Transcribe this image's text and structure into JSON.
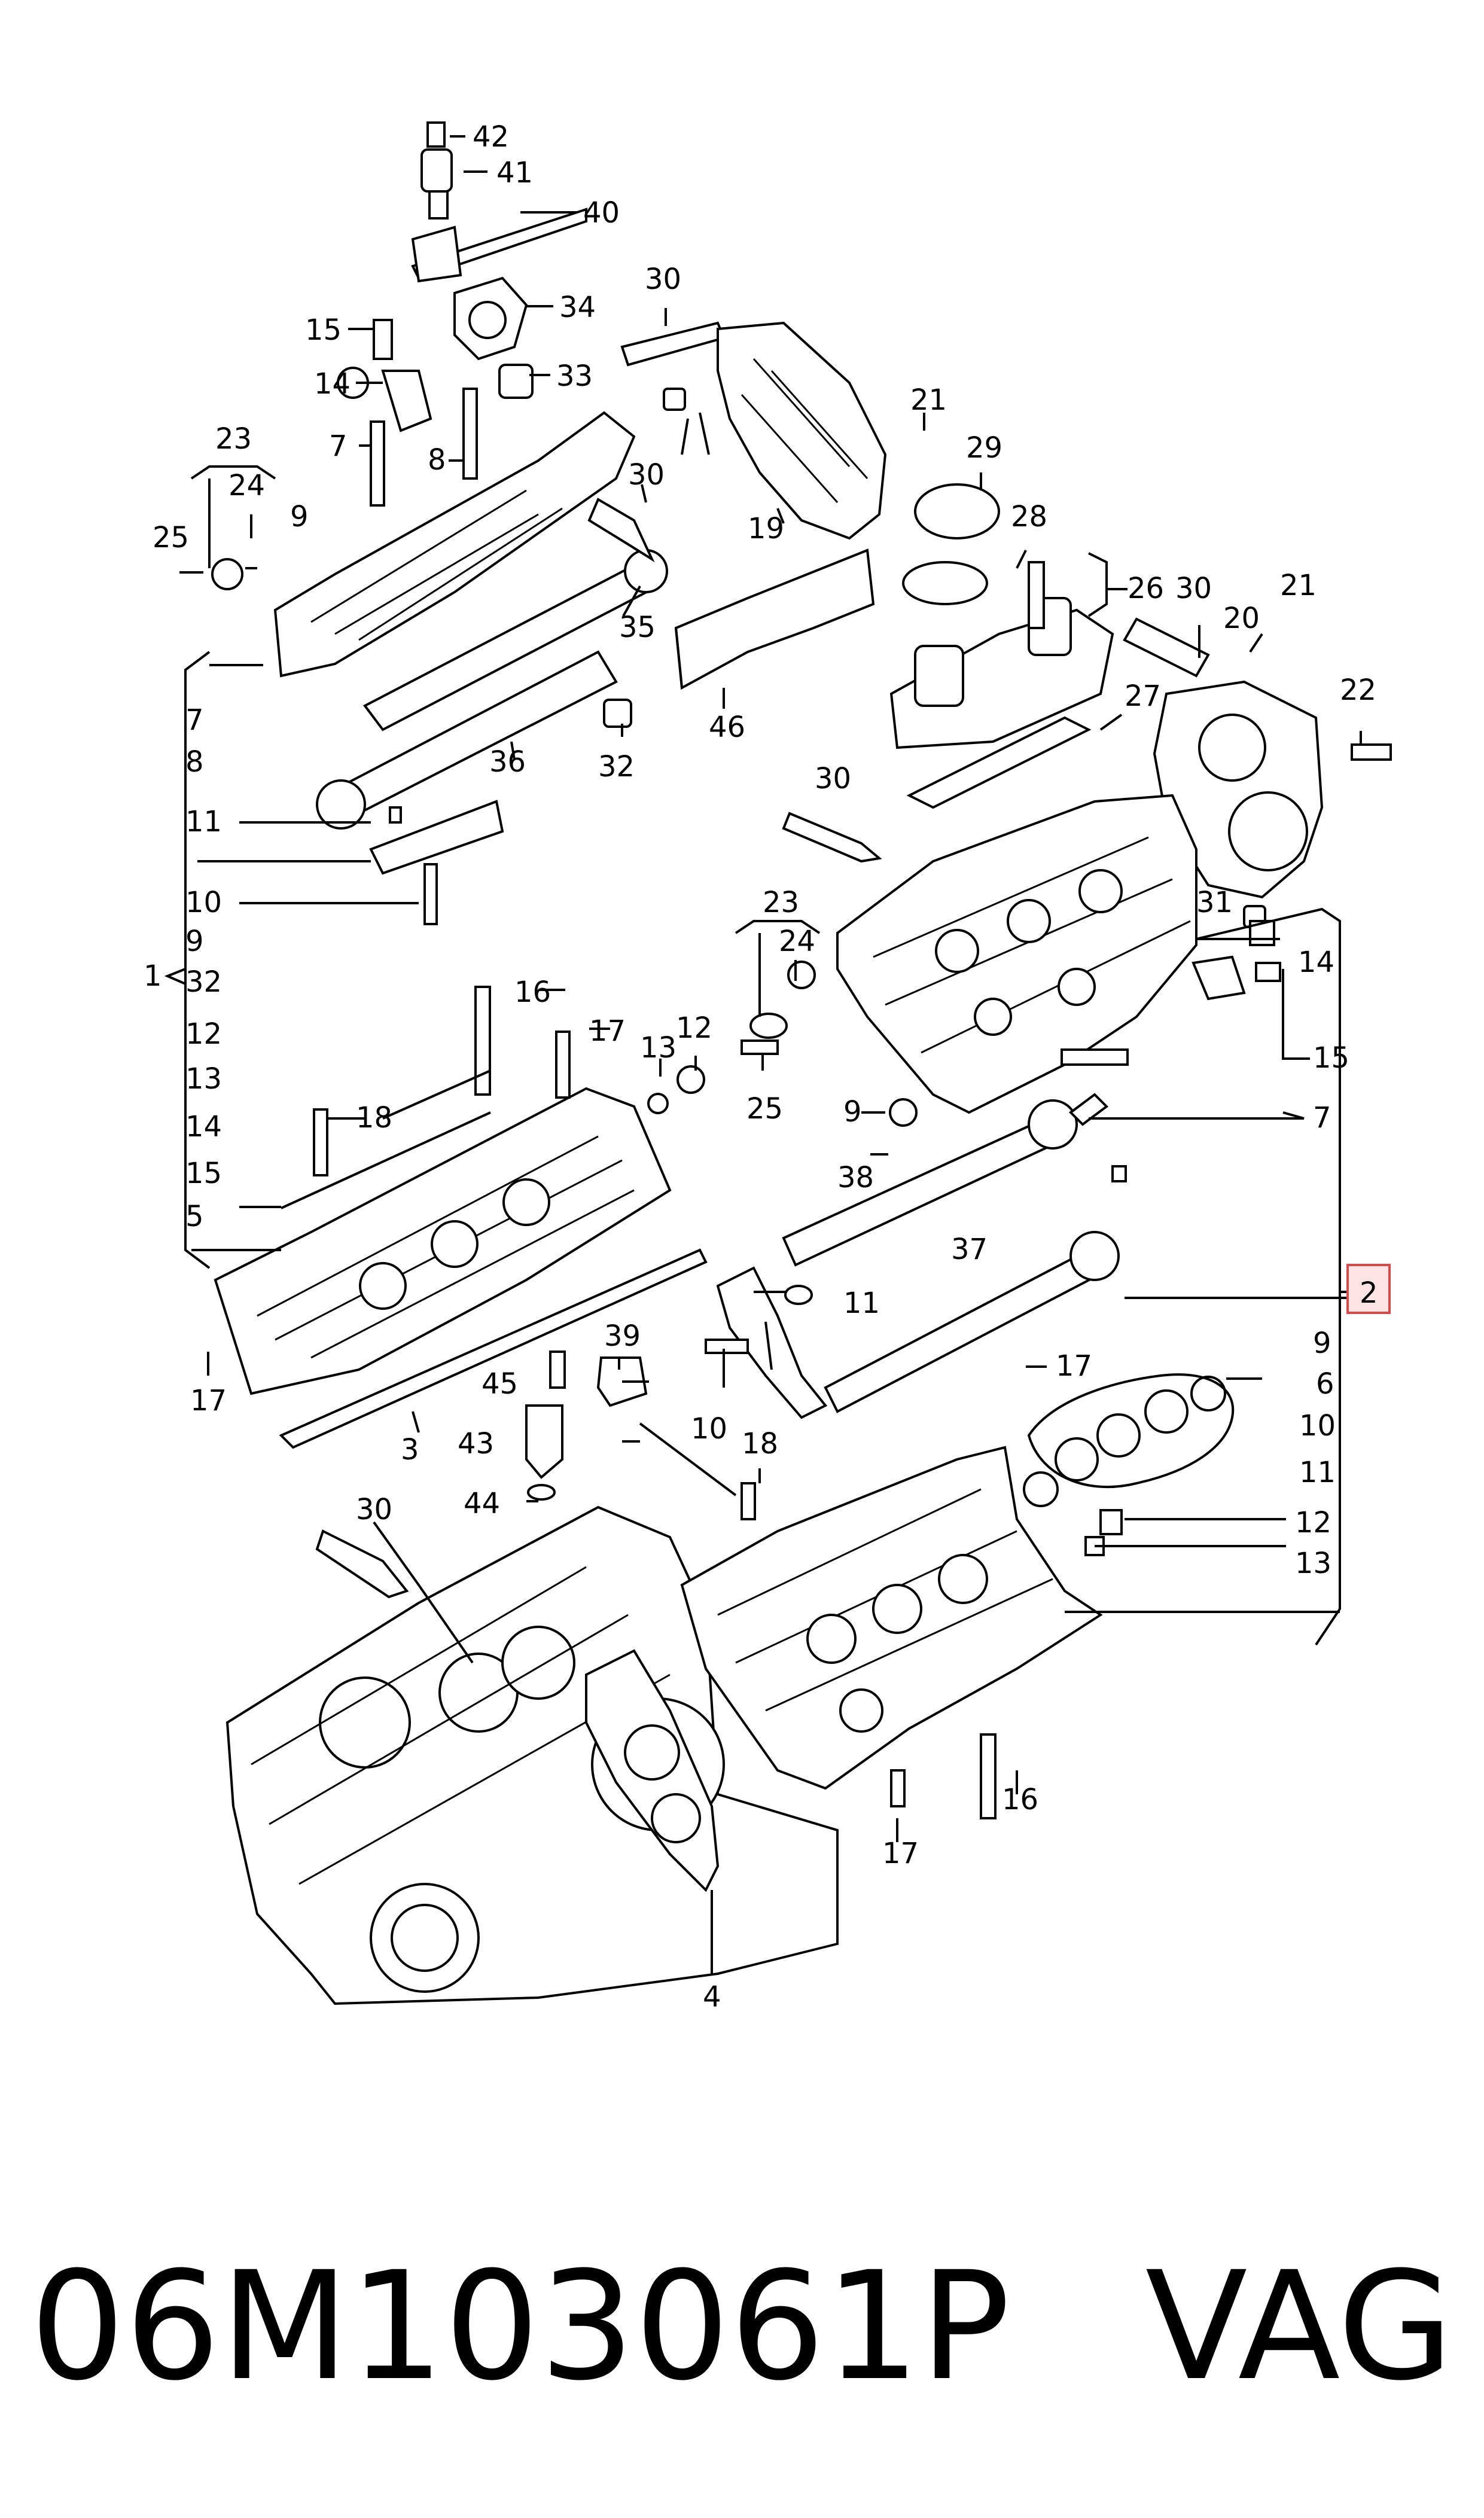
{
  "callouts": [
    "42",
    "41",
    "40",
    "30",
    "34",
    "15",
    "33",
    "14",
    "21",
    "29",
    "23",
    "7",
    "8",
    "30",
    "24",
    "9",
    "28",
    "25",
    "26",
    "30",
    "21",
    "20",
    "35",
    "22",
    "46",
    "27",
    "32",
    "36",
    "7",
    "8",
    "11",
    "10",
    "30",
    "9",
    "23",
    "1",
    "32",
    "24",
    "31",
    "12",
    "14",
    "16",
    "17",
    "13",
    "12",
    "13",
    "15",
    "25",
    "9",
    "18",
    "7",
    "14",
    "15",
    "5",
    "38",
    "37",
    "11",
    "2",
    "9",
    "17",
    "6",
    "39",
    "17",
    "45",
    "10",
    "10",
    "3",
    "18",
    "11",
    "43",
    "44",
    "12",
    "30",
    "13",
    "16",
    "17",
    "4",
    "19"
  ],
  "footer": {
    "part_number": "06M103061P",
    "brand": "VAG"
  }
}
